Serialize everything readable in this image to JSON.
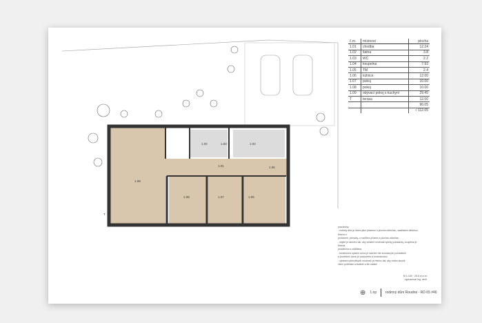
{
  "table": {
    "headers": [
      "č.m.",
      "místnost",
      "plocha"
    ],
    "rows": [
      [
        "1.01",
        "chodba",
        "12.24"
      ],
      [
        "1.02",
        "šatna",
        "3.8"
      ],
      [
        "1.03",
        "WC",
        "2.2"
      ],
      [
        "1.04",
        "koupelna",
        "7.93"
      ],
      [
        "1.05",
        "TM",
        "2.4"
      ],
      [
        "1.06",
        "ložnice",
        "12.00"
      ],
      [
        "1.07",
        "pokoj",
        "10.00"
      ],
      [
        "1.08",
        "pokoj",
        "10.00"
      ],
      [
        "1.09",
        "obývací pokoj s kuchyní",
        "29.45"
      ],
      [
        "T",
        "terasa",
        "12.00"
      ]
    ],
    "total": "90.05",
    "total_sub": "√ 112.05"
  },
  "rooms": [
    "1.01",
    "1.02",
    "1.03",
    "1.04",
    "1.05",
    "1.06",
    "1.07",
    "1.08",
    "1.09",
    "T"
  ],
  "notes": {
    "heading": "poznámky:",
    "lines": [
      "- rodinný dům je řešen jako přízemní s plochou střechou, zastřešení střechou řešeno s",
      "  prostorem, přesahy, v rozšíření přízemí s plochou střechou",
      "- objekt je navržen tak, aby veškeré místnosti splnily požadavky, koupelna je řešena",
      "  prosklením a oddělena",
      "- konstrukční systém domu je navržen dle současných požadavků",
      "  a provedení domu je posouzeno a kontrolováno",
      "- vybavení jednotlivých místností je řešeno tak, aby mohlo sloužit",
      "  všem potřebám uživatele a dle zadání"
    ]
  },
  "meta": [
    "M 1:100 · 25.5 m.n.m.",
    "vypracoval Ing. arch."
  ],
  "title": {
    "floor": "1.np",
    "name": "rodinný dům Roudné - RD 65 #46"
  },
  "colors": {
    "wall": "#333333",
    "floor_wood": "#d9c7ad",
    "tile": "#dcdcdc"
  }
}
